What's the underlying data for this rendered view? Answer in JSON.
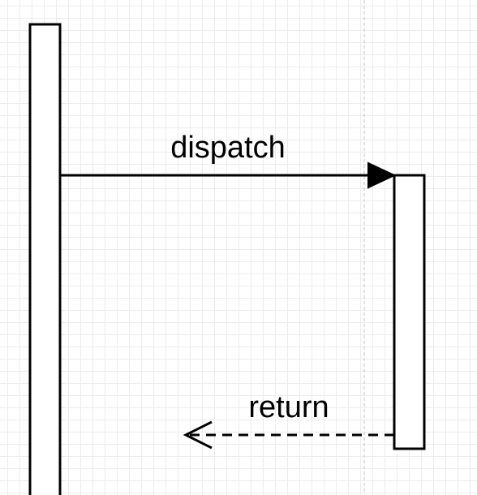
{
  "diagram": {
    "type": "sequence",
    "messages": [
      {
        "label": "dispatch",
        "style": "solid",
        "arrowhead": "filled-triangle"
      },
      {
        "label": "return",
        "style": "dashed",
        "arrowhead": "open"
      }
    ]
  },
  "colors": {
    "stroke": "#000000",
    "fill": "#ffffff",
    "grid": "#e6e6e6",
    "lifeline": "#c0c0c0"
  }
}
